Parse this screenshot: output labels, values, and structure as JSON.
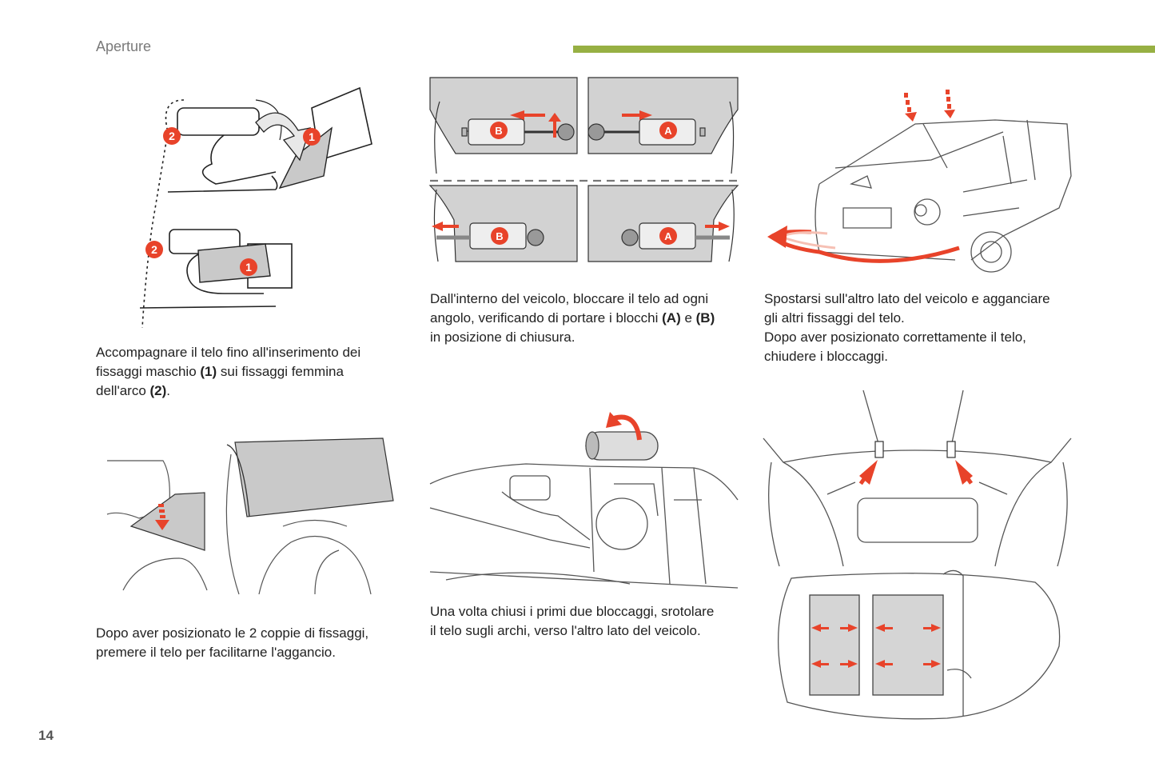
{
  "header": {
    "section_title": "Aperture",
    "accent_color": "#97b043"
  },
  "page_number": "14",
  "callouts": {
    "one": "1",
    "two": "2",
    "a": "A",
    "b": "B",
    "color": "#e8432a"
  },
  "captions": {
    "step1": {
      "l1": "Accompagnare il telo fino all'inserimento dei",
      "l2a": "fissaggi maschio ",
      "l2b": "(1)",
      "l2c": " sui fissaggi femmina",
      "l3a": "dell'arco ",
      "l3b": "(2)",
      "l3c": "."
    },
    "step2": {
      "l1": "Dall'interno del veicolo, bloccare il telo ad ogni",
      "l2a": "angolo, verificando di portare i blocchi ",
      "l2b": "(A)",
      "l2c": " e ",
      "l2d": "(B)",
      "l3": "in posizione di chiusura."
    },
    "step3": {
      "l1": "Spostarsi sull'altro lato del veicolo e agganciare",
      "l2": "gli altri fissaggi del telo.",
      "l3": "Dopo aver posizionato correttamente il telo,",
      "l4": "chiudere i bloccaggi."
    },
    "step4": {
      "l1": "Dopo aver posizionato le 2 coppie di fissaggi,",
      "l2": "premere il telo per facilitarne l'aggancio."
    },
    "step5": {
      "l1": "Una volta chiusi i primi due bloccaggi, srotolare",
      "l2": "il telo sugli archi, verso l'altro lato del veicolo."
    }
  }
}
